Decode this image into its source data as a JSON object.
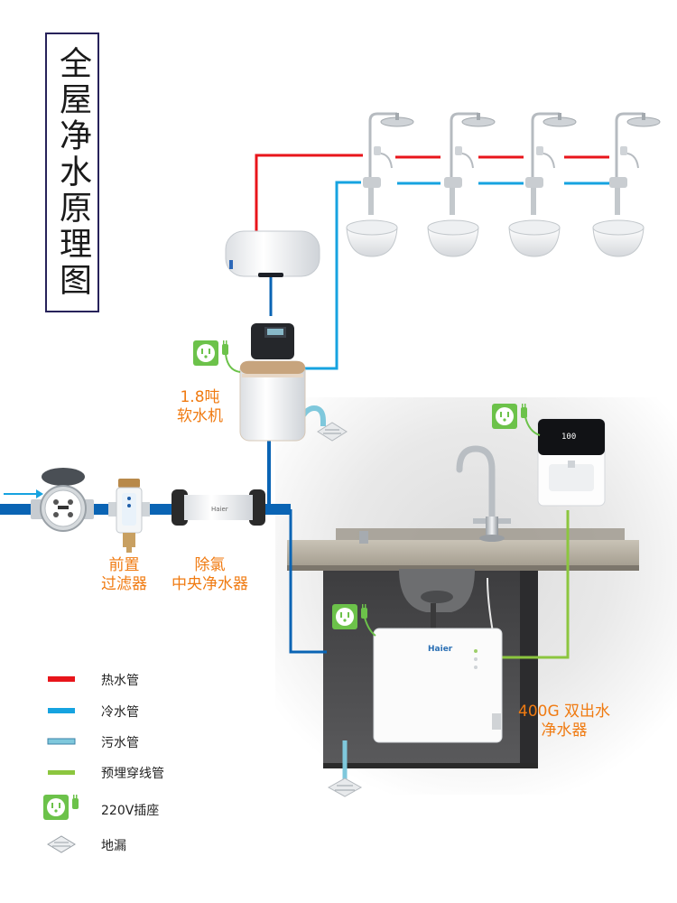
{
  "title": "全屋净水原理图",
  "labels": {
    "softener": [
      "1.8吨",
      "软水机"
    ],
    "prefilter": [
      "前置",
      "过滤器"
    ],
    "dechlor": [
      "除氯",
      "中央净水器"
    ],
    "purifier": [
      "400G 双出水",
      "净水器"
    ]
  },
  "brand": "Haier",
  "dispenser_display": "100",
  "legend": [
    {
      "key": "hot",
      "label": "热水管",
      "color": "#e8151b"
    },
    {
      "key": "cold",
      "label": "冷水管",
      "color": "#16a3e0"
    },
    {
      "key": "waste",
      "label": "污水管",
      "color": "#7fc8dc"
    },
    {
      "key": "conduit",
      "label": "预埋穿线管",
      "color": "#8cc63f"
    },
    {
      "key": "socket",
      "label": "220V插座",
      "icon": "socket-icon"
    },
    {
      "key": "drain",
      "label": "地漏",
      "icon": "floor-drain-icon"
    }
  ],
  "colors": {
    "hot_pipe": "#e8151b",
    "cold_pipe": "#16a3e0",
    "main_pipe": "#0a64b4",
    "conduit": "#8cc63f",
    "socket_bg": "#6cc24a",
    "label_orange": "#f07b12",
    "title_border": "#27225a"
  }
}
